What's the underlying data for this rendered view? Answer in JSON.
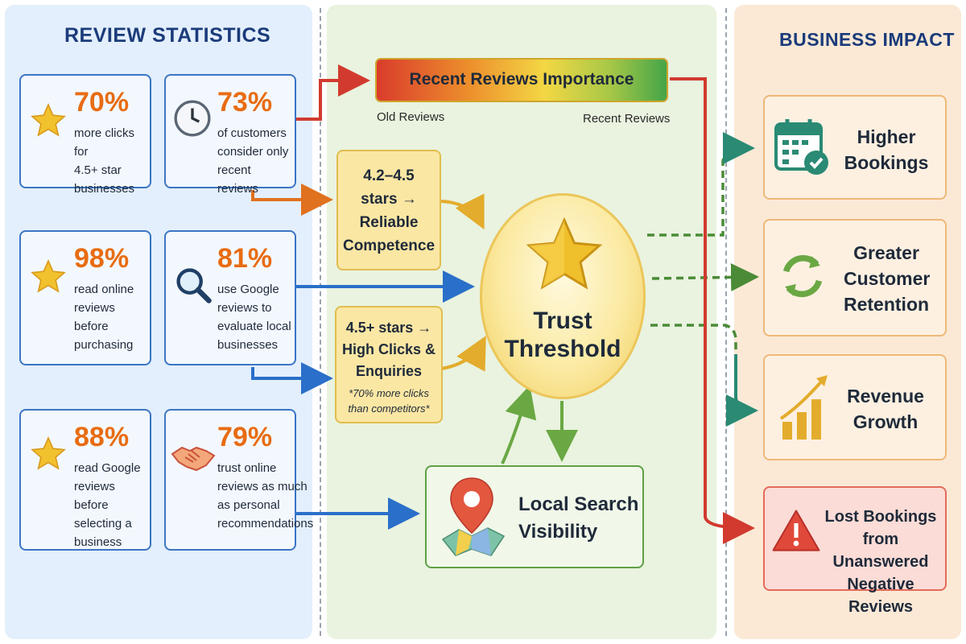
{
  "left": {
    "heading": "REVIEW STATISTICS",
    "stats": [
      {
        "pct": "70%",
        "lines": [
          "more clicks for",
          "4.5+ star",
          "businesses"
        ],
        "icon": "star-icon"
      },
      {
        "pct": "73%",
        "lines": [
          "of customers",
          "consider only",
          "recent reviews"
        ],
        "icon": "clock-icon"
      },
      {
        "pct": "98%",
        "lines": [
          "read online",
          "reviews before",
          "purchasing"
        ],
        "icon": "star-icon"
      },
      {
        "pct": "81%",
        "lines": [
          "use Google",
          "reviews to",
          "evaluate local",
          "businesses"
        ],
        "icon": "magnifier-icon"
      },
      {
        "pct": "88%",
        "lines": [
          "read Google",
          "reviews before",
          "selecting a",
          "business"
        ],
        "icon": "star-icon"
      },
      {
        "pct": "79%",
        "lines": [
          "trust online",
          "reviews as much",
          "as personal",
          "recommendations"
        ],
        "icon": "handshake-icon"
      }
    ]
  },
  "middle": {
    "recent_bar": {
      "title": "Recent Reviews Importance",
      "left_label": "Old Reviews",
      "right_label": "Recent Reviews"
    },
    "box_reliable": {
      "lines": [
        "4.2–4.5",
        "stars →",
        "Reliable",
        "Competence"
      ]
    },
    "box_high": {
      "lines": [
        "4.5+ stars →",
        "High Clicks &",
        "Enquiries"
      ],
      "note_lines": [
        "*70% more clicks",
        "than competitors*"
      ]
    },
    "trust": {
      "lines": [
        "Trust",
        "Threshold"
      ],
      "icon": "star-icon"
    },
    "local": {
      "lines": [
        "Local Search",
        "Visibility"
      ],
      "icon": "map-pin-icon"
    }
  },
  "right": {
    "heading": "BUSINESS IMPACT",
    "items": [
      {
        "lines": [
          "Higher",
          "Bookings"
        ],
        "icon": "calendar-check-icon"
      },
      {
        "lines": [
          "Greater",
          "Customer",
          "Retention"
        ],
        "icon": "cycle-arrows-icon"
      },
      {
        "lines": [
          "Revenue",
          "Growth"
        ],
        "icon": "growth-chart-icon"
      },
      {
        "lines": [
          "Lost Bookings",
          "from Unanswered",
          "Negative Reviews"
        ],
        "icon": "warning-icon"
      }
    ]
  },
  "colors": {
    "stat_border": "#3b75c4",
    "percent": "#e86c12",
    "heading": "#1b3b7a",
    "arrow_orange": "#e0711e",
    "arrow_blue": "#2a6fc9",
    "arrow_yellow": "#e3ac2c",
    "arrow_green": "#6aa843",
    "arrow_dashed_green": "#4b8b37",
    "arrow_teal": "#2a8a73",
    "arrow_red": "#d23a2f"
  }
}
